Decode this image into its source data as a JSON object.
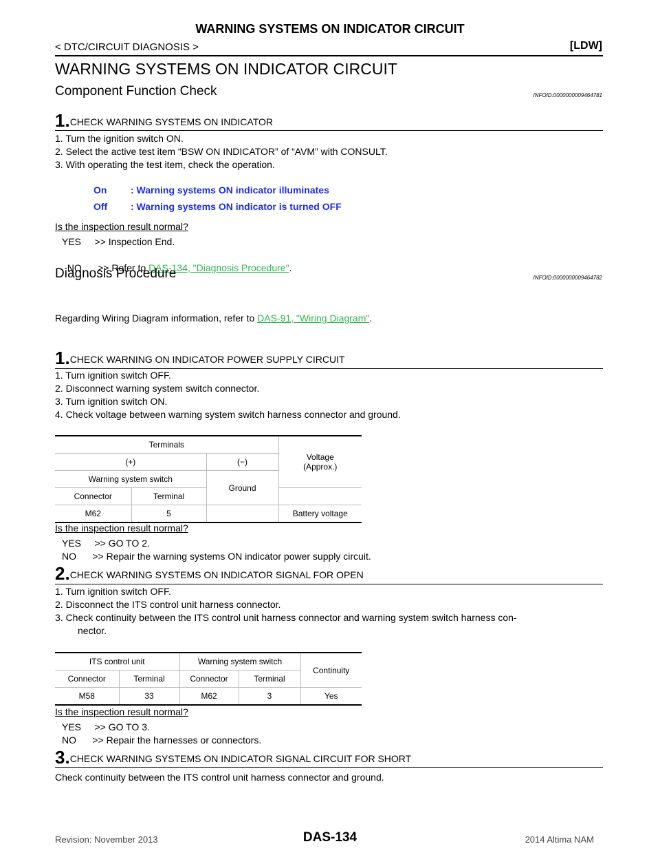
{
  "header": {
    "title": "WARNING SYSTEMS ON INDICATOR CIRCUIT",
    "breadcrumb": "< DTC/CIRCUIT DIAGNOSIS >",
    "tag": "[LDW]"
  },
  "page_title": "WARNING SYSTEMS ON INDICATOR CIRCUIT",
  "cfc": {
    "heading": "Component Function Check",
    "infoid": "INFOID:0000000009464781",
    "step1": {
      "num": "1.",
      "title": "CHECK WARNING SYSTEMS ON INDICATOR",
      "items": [
        "1. Turn the ignition switch ON.",
        "2. Select the active test item “BSW ON INDICATOR” of “AVM” with CONSULT.",
        "3. With operating the test item, check the operation."
      ],
      "on_label": "On",
      "on_text": ": Warning systems ON indicator illuminates",
      "off_label": "Off",
      "off_text": ": Warning systems ON indicator is turned OFF",
      "question": "Is the inspection result normal?",
      "yes": "YES     >> Inspection End.",
      "no_prefix": "NO      >> Refer to ",
      "no_link": "DAS-134, \"Diagnosis Procedure\"",
      "no_suffix": "."
    }
  },
  "dp": {
    "heading": "Diagnosis Procedure",
    "infoid": "INFOID:0000000009464782",
    "intro_prefix": "Regarding Wiring Diagram information, refer to ",
    "intro_link": "DAS-91, \"Wiring Diagram\"",
    "intro_suffix": ".",
    "step1": {
      "num": "1.",
      "title": "CHECK WARNING ON INDICATOR POWER SUPPLY CIRCUIT",
      "items": [
        "1. Turn ignition switch OFF.",
        "2. Disconnect warning system switch connector.",
        "3. Turn ignition switch ON.",
        "4. Check voltage between warning system switch harness connector and ground."
      ],
      "table": {
        "terminals": "Terminals",
        "plus": "(+)",
        "minus": "(−)",
        "voltage": "Voltage",
        "approx": "(Approx.)",
        "wss": "Warning system switch",
        "ground": "Ground",
        "connector": "Connector",
        "terminal": "Terminal",
        "conn_val": "M62",
        "term_val": "5",
        "volt_val": "Battery voltage"
      },
      "question": "Is the inspection result normal?",
      "yes": "YES     >> GO TO 2.",
      "no": "NO      >> Repair the warning systems ON indicator power supply circuit."
    },
    "step2": {
      "num": "2.",
      "title": "CHECK WARNING SYSTEMS ON INDICATOR SIGNAL FOR OPEN",
      "items": [
        "1. Turn ignition switch OFF.",
        "2. Disconnect the ITS control unit harness connector.",
        "3. Check continuity between the ITS control unit harness connector and warning system switch harness con-"
      ],
      "item3_cont": "nector.",
      "table": {
        "its": "ITS control unit",
        "wss": "Warning system switch",
        "continuity": "Continuity",
        "connector": "Connector",
        "terminal": "Terminal",
        "c1": "M58",
        "t1": "33",
        "c2": "M62",
        "t2": "3",
        "result": "Yes"
      },
      "question": "Is the inspection result normal?",
      "yes": "YES     >> GO TO 3.",
      "no": "NO      >> Repair the harnesses or connectors."
    },
    "step3": {
      "num": "3.",
      "title": "CHECK WARNING SYSTEMS ON INDICATOR SIGNAL CIRCUIT FOR SHORT",
      "text": "Check continuity between the ITS control unit harness connector and ground."
    }
  },
  "footer": {
    "revision": "Revision: November 2013",
    "page": "DAS-134",
    "model": "2014 Altima NAM"
  }
}
